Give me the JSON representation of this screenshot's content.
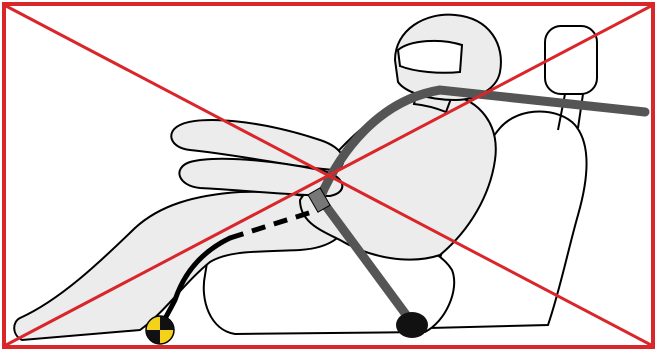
{
  "figure": {
    "description_text": "",
    "colors": {
      "background": "#ffffff",
      "outline": "#000000",
      "body_fill": "#ececec",
      "belt": "#555555",
      "red_x": "#d9262b",
      "marker_yellow": "#f5d21a",
      "marker_black": "#111111"
    },
    "elements": {
      "helmet": "helmet",
      "headrest": "headrest",
      "seat_back": "seat-back",
      "seat_cushion": "seat-cushion",
      "occupant": "occupant",
      "shoulder_belt": "shoulder-belt",
      "lap_belt": "lap-belt",
      "anchor_point": "anchor-point",
      "crash_test_marker": "crash-test-marker",
      "prohibition_cross": "prohibition-cross"
    }
  }
}
